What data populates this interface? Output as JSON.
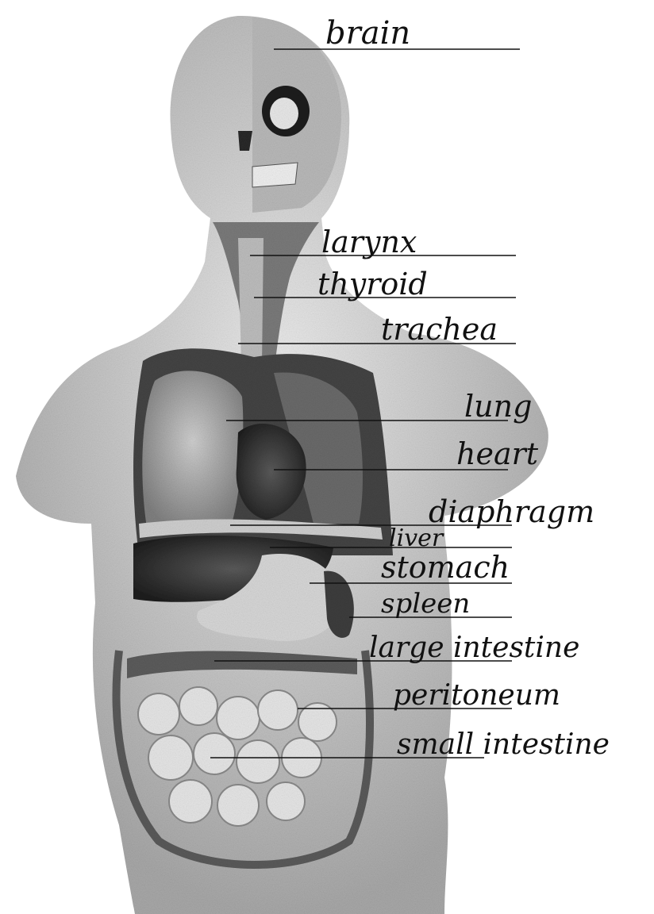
{
  "labels": {
    "brain": "brain",
    "larynx": "larynx",
    "thyroid": "thyroid",
    "trachea": "trachea",
    "lung": "lung",
    "heart": "heart",
    "diaphragm": "diaphragm",
    "liver": "liver",
    "stomach": "stomach",
    "spleen": "spleen",
    "large_intestine": "large intestine",
    "peritoneum": "peritoneum",
    "small_intestine": "small intestine"
  },
  "colors": {
    "ink": "#111111",
    "model_light": "#d9d9d9",
    "model_mid": "#9a9a9a",
    "model_dark": "#3a3a3a"
  }
}
